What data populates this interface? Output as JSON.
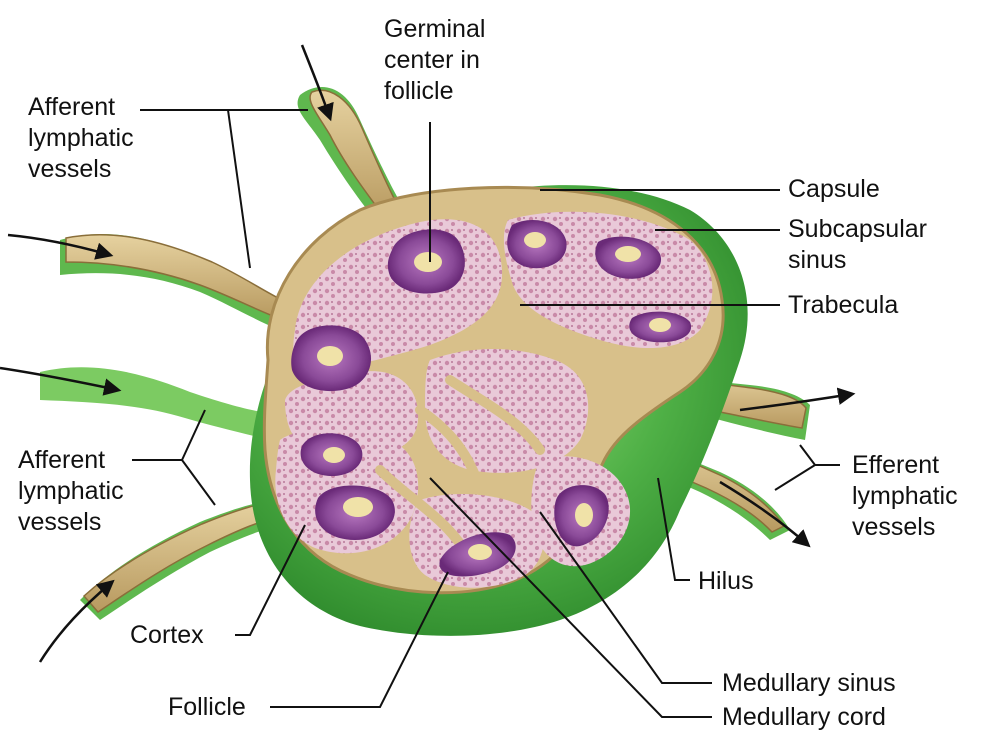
{
  "labels": {
    "afferent_top": "Afferent\nlymphatic\nvessels",
    "afferent_bottom": "Afferent\nlymphatic\nvessels",
    "germinal_center": "Germinal\ncenter in\nfollicle",
    "capsule": "Capsule",
    "subcapsular_sinus": "Subcapsular\nsinus",
    "trabecula": "Trabecula",
    "efferent": "Efferent\nlymphatic\nvessels",
    "hilus": "Hilus",
    "cortex": "Cortex",
    "follicle": "Follicle",
    "medullary_sinus": "Medullary sinus",
    "medullary_cord": "Medullary cord"
  },
  "colors": {
    "capsule_green": "#3fa53a",
    "capsule_green_light": "#8fd47a",
    "tan": "#d8c08a",
    "tan_dark": "#a88a52",
    "pink": "#e8c6d6",
    "pink_dark": "#c98aa8",
    "follicle_purple": "#7a3a8a",
    "follicle_light": "#b070b8",
    "germinal_cream": "#f0e2a8",
    "line": "#111111"
  }
}
